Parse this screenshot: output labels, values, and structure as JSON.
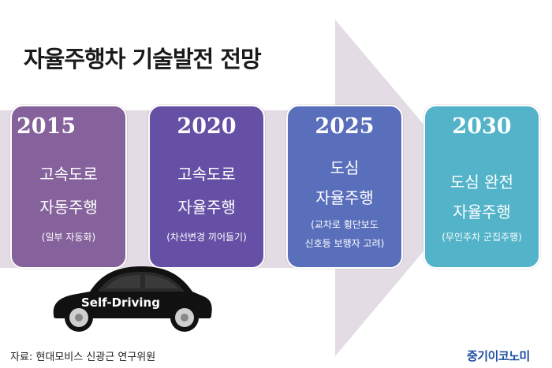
{
  "title": "자율주행차 기술발전 전망",
  "stages": [
    {
      "year": "2015",
      "line1": "고속도로",
      "line2": "자동주행",
      "note1": "(일부 자동화)",
      "note2": ""
    },
    {
      "year": "2020",
      "line1": "고속도로",
      "line2": "자율주행",
      "note1": "(차선변경 끼어들기)",
      "note2": ""
    },
    {
      "year": "2025",
      "line1": "도심",
      "line2": "자율주행",
      "note1": "(교차로 횡단보도",
      "note2": "신호등 보행자 고려)"
    },
    {
      "year": "2030",
      "line1": "도심 완전",
      "line2": "자율주행",
      "note1": "(무인주차 군집주행)",
      "note2": ""
    }
  ],
  "car_label": "Self-Driving",
  "source": "자료: 현대모비스 신광근 연구위원",
  "logo": "중기이코노미",
  "colors": {
    "card_2015": "#86629c",
    "card_2020": "#6650a6",
    "card_2025": "#5a6fbb",
    "card_2030": "#52b3c9",
    "arrow": "#e3dce5"
  }
}
